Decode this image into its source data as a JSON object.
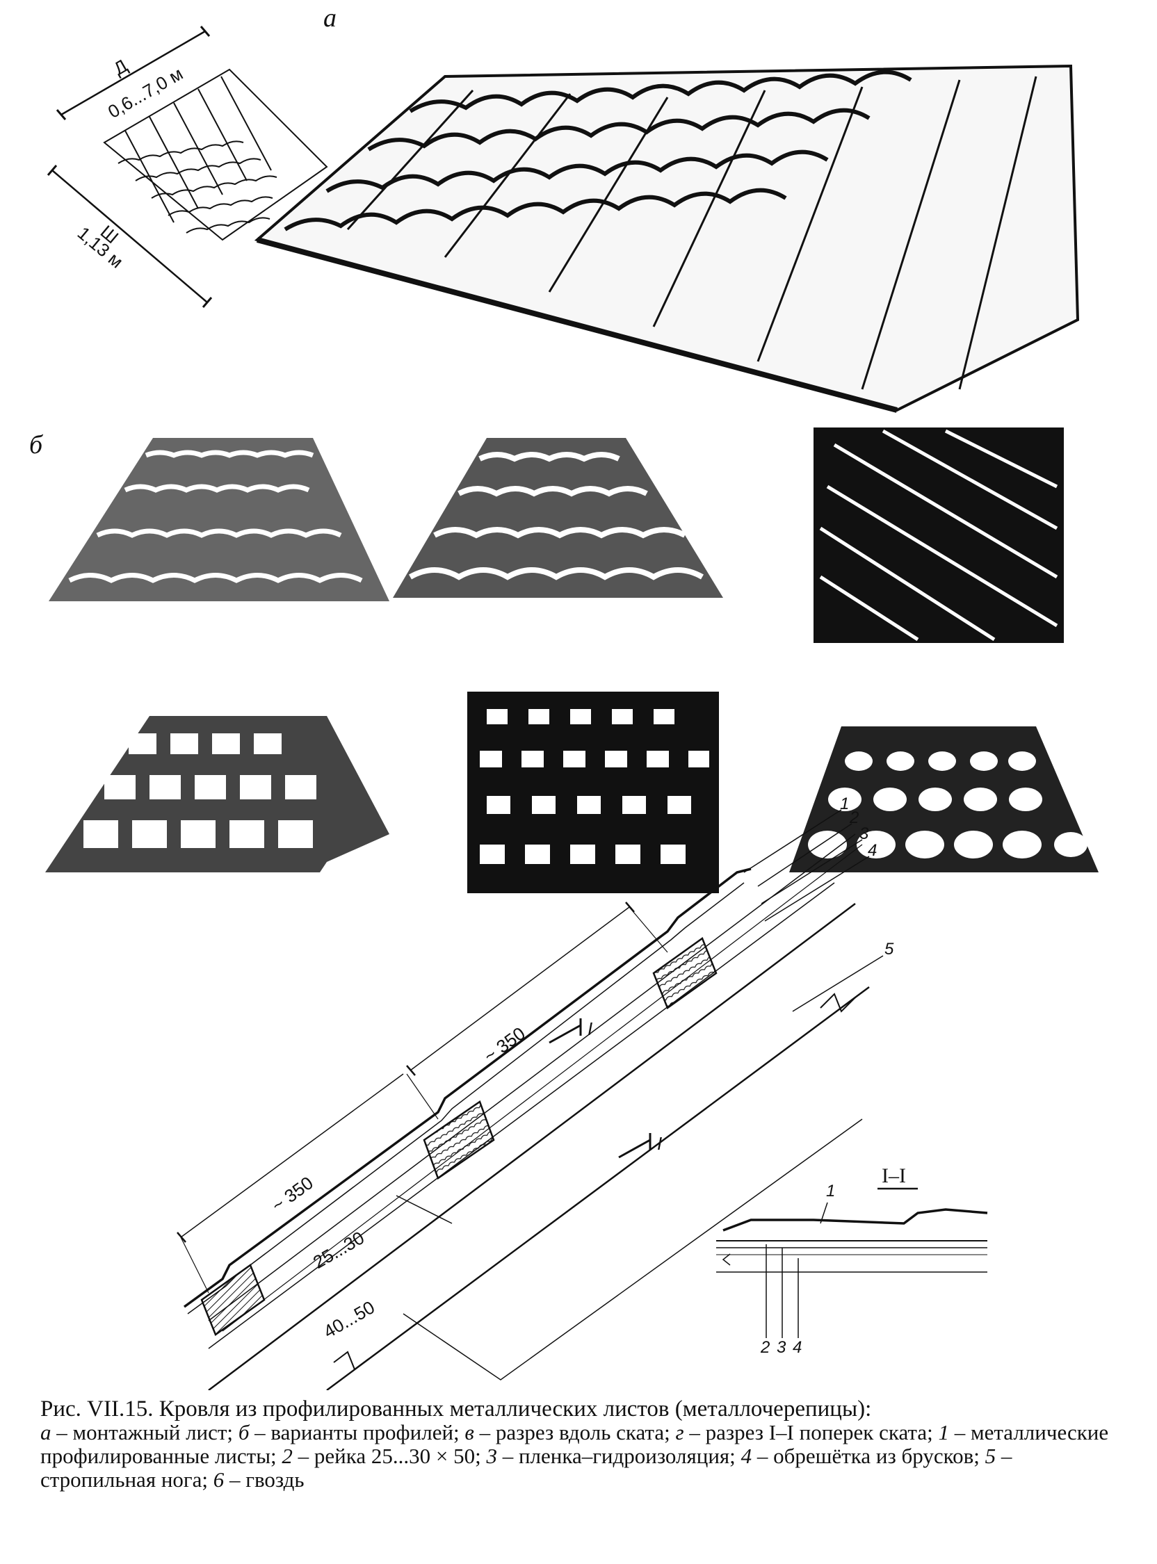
{
  "panels": {
    "a": "а",
    "b": "б"
  },
  "sheet_dims": {
    "length_label": "Д",
    "length_value": "0,6...7,0 м",
    "width_label": "Ш",
    "width_value": "1,13 м"
  },
  "section": {
    "dim_upper": "~ 350",
    "dim_lower": "~ 350",
    "section_mark_top": "I",
    "section_mark_bottom": "I",
    "dim_lath": "25...30",
    "dim_batten": "40...50",
    "callouts": [
      "1",
      "2",
      "3",
      "4",
      "5"
    ],
    "section_title": "I–I",
    "section_callout_top": "1",
    "section_callouts_bottom": [
      "2",
      "3",
      "4"
    ]
  },
  "caption": {
    "title": "Рис. VII.15. Кровля из профилированных металлических листов (металлочерепицы):",
    "items": [
      {
        "key": "а",
        "text": " – монтажный лист; "
      },
      {
        "key": "б",
        "text": " – варианты профилей; "
      },
      {
        "key": "в",
        "text": " – разрез вдоль ската; "
      },
      {
        "key": "г",
        "text": " – разрез I–I поперек ската; "
      },
      {
        "key": "1",
        "text": " – металлические профилированные листы; "
      },
      {
        "key": "2",
        "text": " – рейка 25...30 × 50; "
      },
      {
        "key": "3",
        "text": " – пленка–гидроизоляция; "
      },
      {
        "key": "4",
        "text": " – обрешётка из брусков; "
      },
      {
        "key": "5",
        "text": " – стропильная нога; "
      },
      {
        "key": "6",
        "text": " – гвоздь"
      }
    ]
  },
  "colors": {
    "ink": "#111111",
    "paper": "#ffffff"
  }
}
